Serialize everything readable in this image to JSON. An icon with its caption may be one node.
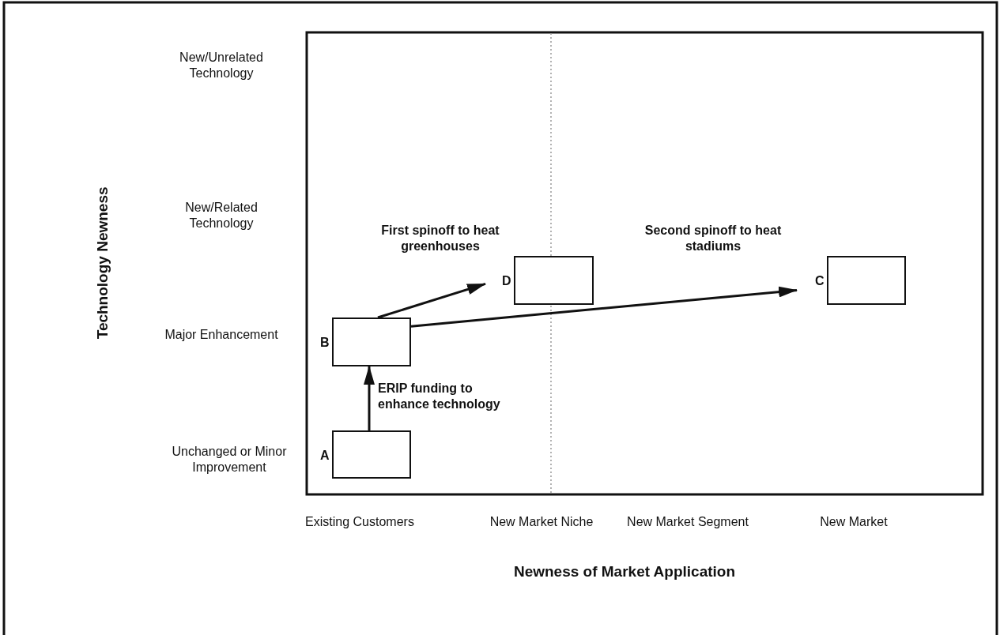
{
  "diagram": {
    "nodes": [
      {
        "text": [],
        "shape": "box",
        "beside": [
          "A"
        ]
      },
      {
        "text": [],
        "shape": "box",
        "beside": [
          "B"
        ]
      },
      {
        "text": [],
        "shape": "box",
        "beside": [
          "D"
        ]
      },
      {
        "text": [],
        "shape": "box",
        "beside": [
          "C"
        ]
      }
    ],
    "edges": [
      {
        "from": 0,
        "to": 1,
        "arrow": "to",
        "label": "ERIP funding to enhance technology"
      },
      {
        "from": 1,
        "to": 2,
        "arrow": "to",
        "label": "First spinoff to heat greenhouses"
      },
      {
        "from": 1,
        "to": 3,
        "arrow": "to",
        "label": "Second spinoff to heat stadiums"
      }
    ],
    "labels": [
      "New/Unrelated Technology",
      "New/Related Technology",
      "Major Enhancement",
      "Unchanged or Minor Improvement",
      "Technology Newness",
      "Existing Customers",
      "New Market Niche",
      "New Market Segment",
      "New Market",
      "Newness of Market Application"
    ]
  }
}
